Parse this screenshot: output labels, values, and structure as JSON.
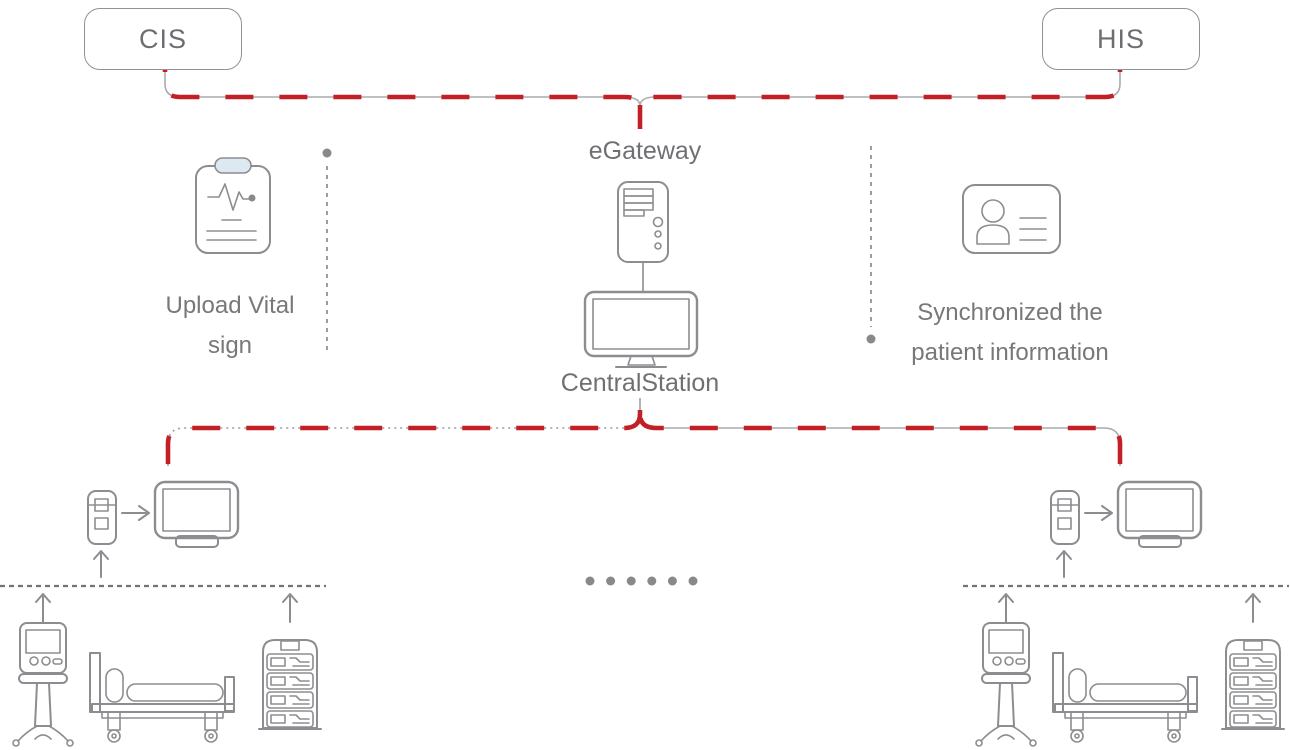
{
  "colors": {
    "accent_red": "#c22026",
    "line_gray": "#8b8d90",
    "text_gray": "#6d6e71",
    "clipboard_clip_fill": "#dde8f1"
  },
  "nodes": {
    "cis": "CIS",
    "his": "HIS",
    "egateway": "eGateway",
    "central_station": "CentralStation"
  },
  "annotations": {
    "upload_vital_sign": "Upload Vital sign",
    "sync_patient_info": "Synchronized the patient information"
  },
  "icons": {
    "left_annotation": "vital-signs-clipboard-icon",
    "right_annotation": "patient-id-card-icon",
    "egateway": "server-tower-icon",
    "central_station": "desktop-monitor-icon",
    "bedside_unit": [
      "telemetry-transmitter-icon",
      "bedside-monitor-icon",
      "ventilator-icon",
      "hospital-bed-icon",
      "infusion-module-rack-icon"
    ]
  },
  "ellipsis": {
    "dot_count": 6,
    "meaning": "more bedside units"
  }
}
